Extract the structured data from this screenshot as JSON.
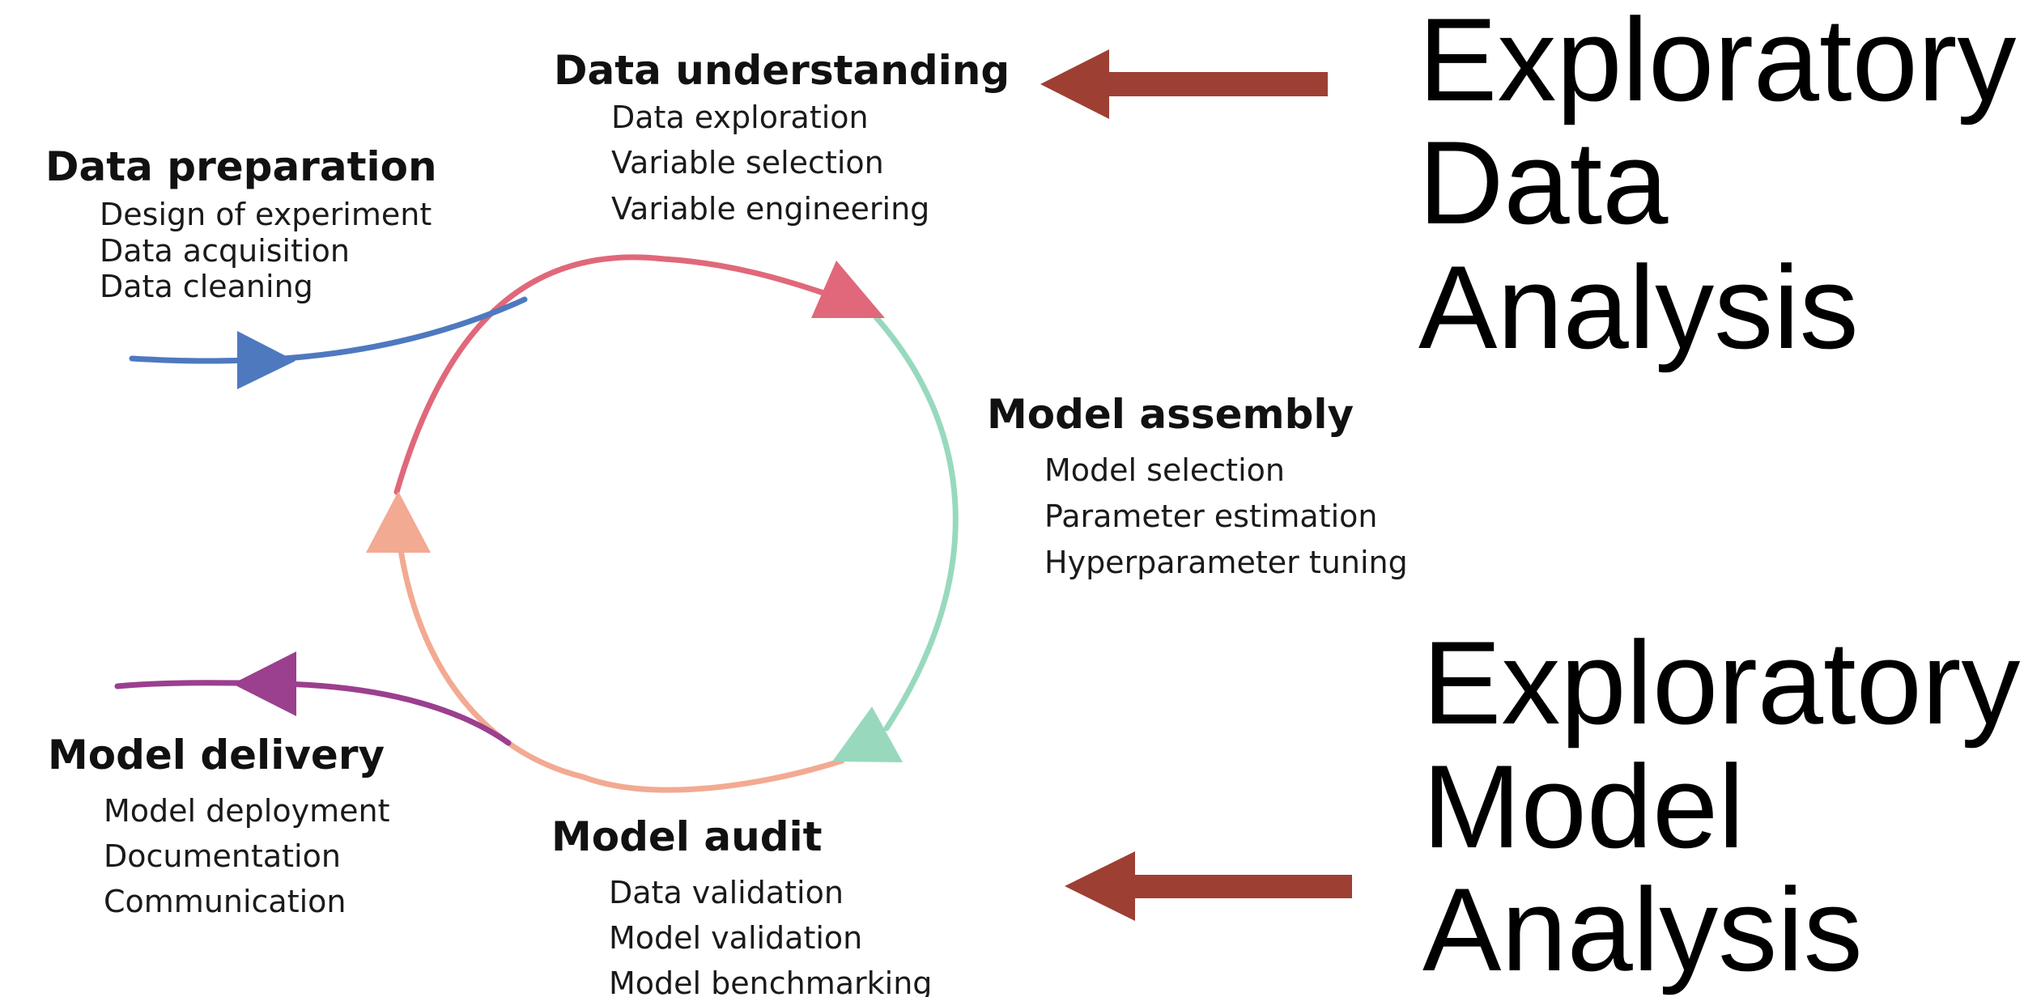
{
  "colors": {
    "preparation": "#4e79bf",
    "understanding": "#e0687a",
    "assembly": "#98d9be",
    "audit": "#f2aa92",
    "delivery": "#9b3f8f",
    "arrow": "#9e3f33",
    "text": "#111111"
  },
  "stages": {
    "preparation": {
      "title": "Data preparation",
      "items": [
        "Design of experiment",
        "Data acquisition",
        "Data cleaning"
      ]
    },
    "understanding": {
      "title": "Data understanding",
      "items": [
        "Data exploration",
        "Variable selection",
        "Variable engineering"
      ]
    },
    "assembly": {
      "title": "Model assembly",
      "items": [
        "Model selection",
        "Parameter estimation",
        "Hyperparameter tuning"
      ]
    },
    "audit": {
      "title": "Model audit",
      "items": [
        "Data validation",
        "Model validation",
        "Model benchmarking"
      ]
    },
    "delivery": {
      "title": "Model delivery",
      "items": [
        "Model deployment",
        "Documentation",
        "Communication"
      ]
    }
  },
  "phases": {
    "eda": {
      "lines": [
        "Exploratory",
        "Data",
        "Analysis"
      ]
    },
    "ema": {
      "lines": [
        "Exploratory",
        "Model",
        "Analysis"
      ]
    }
  }
}
